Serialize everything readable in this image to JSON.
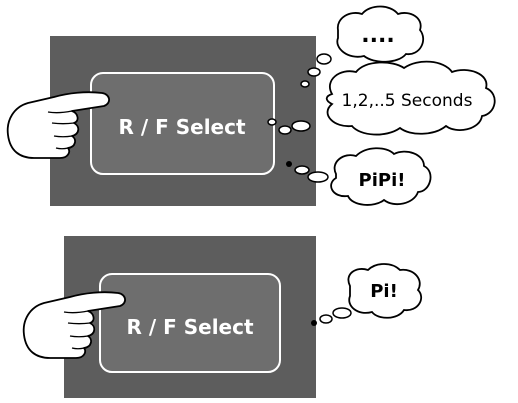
{
  "panel_top": {
    "button_label": "R / F Select",
    "bubble_dots": "....",
    "bubble_seconds": "1,2,..5 Seconds",
    "bubble_sound": "PiPi!"
  },
  "panel_bottom": {
    "button_label": "R / F Select",
    "bubble_sound": "Pi!"
  },
  "colors": {
    "panel": "#5d5d5d",
    "button": "#6e6e6e",
    "outline": "#ffffff",
    "ink": "#000000"
  },
  "icons": [
    "pointing-hand-icon",
    "thought-bubble"
  ]
}
